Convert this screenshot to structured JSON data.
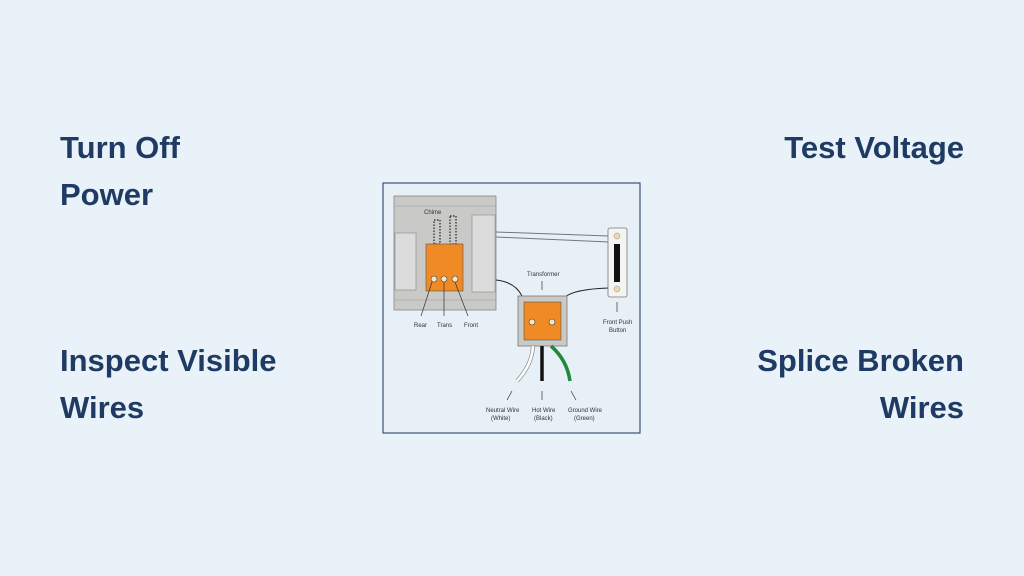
{
  "steps": {
    "top_left": [
      "Turn Off",
      "Power"
    ],
    "top_right": [
      "Test Voltage"
    ],
    "bottom_left": [
      "Inspect Visible",
      "Wires"
    ],
    "bottom_right": [
      "Splice Broken",
      "Wires"
    ]
  },
  "diagram": {
    "chime": "Chime",
    "terminals": [
      "Rear",
      "Trans",
      "Front"
    ],
    "transformer": "Transformer",
    "push_button": [
      "Front Push",
      "Button"
    ],
    "wires": [
      {
        "name": "Neutral Wire",
        "color_label": "(White)",
        "color": "#ffffff"
      },
      {
        "name": "Hot Wire",
        "color_label": "(Black)",
        "color": "#111111"
      },
      {
        "name": "Ground Wire",
        "color_label": "(Green)",
        "color": "#1f8a3a"
      }
    ],
    "colors": {
      "box": "#c9c9c7",
      "terminal": "#f08a24",
      "text": "#1f3b63"
    }
  }
}
